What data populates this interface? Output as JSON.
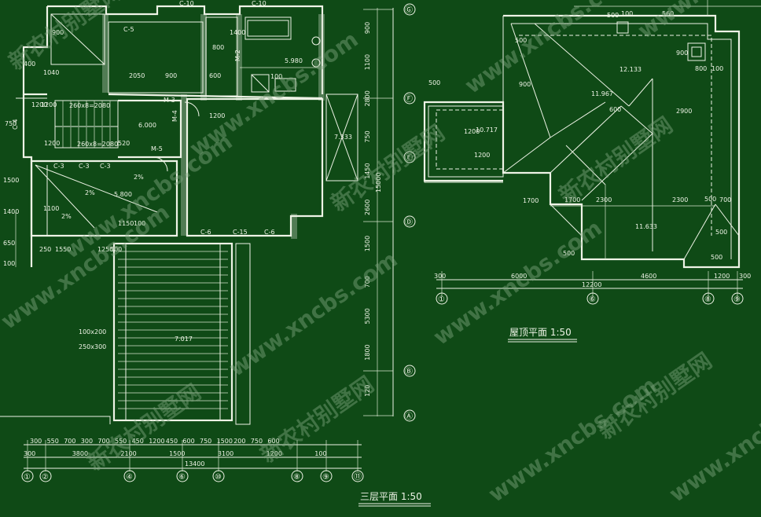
{
  "titles": {
    "floor3": "三层平面 1:50",
    "roof": "屋顶平面 1:50"
  },
  "watermarks": [
    "www.xncbs.com",
    "新农村别墅网"
  ],
  "axes": {
    "bottom": [
      "①",
      "②",
      "④",
      "⑥",
      "⑩",
      "⑧",
      "⑨",
      "⑪"
    ],
    "right": [
      "Ⓖ",
      "Ⓕ",
      "Ⓔ",
      "Ⓓ",
      "Ⓑ",
      "Ⓐ"
    ],
    "roof_bottom": [
      "①",
      "⑥",
      "⑧",
      "⑨"
    ]
  },
  "labels": {
    "c10a": "C-10",
    "c10b": "C-10",
    "c5": "C-5",
    "m3": "M-3",
    "m4": "M-4",
    "m5": "M-5",
    "m2": "M-2",
    "c3a": "C-3",
    "c3b": "C-3",
    "c3c": "C-3",
    "c6a": "C-6",
    "c15": "C-15",
    "c6b": "C-6",
    "c4": "C-4",
    "stair1": "260x8=2080",
    "stair2": "260x8=2080",
    "elev1": "6.000",
    "elev2": "5.980",
    "elev3": "5.800",
    "elev4": "7.333",
    "elev5": "7.017",
    "elev6": "10.717",
    "elev7": "11.967",
    "elev8": "12.133",
    "elev9": "11.633",
    "pct1": "2%",
    "pct2": "2%",
    "pct3": "2%",
    "note1": "100x200",
    "note2": "250x300"
  },
  "dims": {
    "bottom1": [
      "300",
      "550",
      "700",
      "300",
      "700",
      "550",
      "450",
      "1200",
      "450",
      "600",
      "750",
      "1500",
      "200",
      "750",
      "600"
    ],
    "bottom2": [
      "300",
      "3800",
      "2100",
      "1500",
      "3100",
      "1200",
      "100"
    ],
    "total": "13400",
    "right": [
      "900",
      "1100",
      "2800",
      "750",
      "1450",
      "2600",
      "1500",
      "700",
      "5300",
      "1800",
      "120"
    ],
    "rightTotal": "15000",
    "roofBottom": [
      "300",
      "6000",
      "4600",
      "1200",
      "300"
    ],
    "roofTotal": "12200",
    "roofMisc": [
      "500",
      "100",
      "560",
      "500",
      "900",
      "800",
      "100",
      "900",
      "600",
      "2900",
      "1200",
      "1200",
      "1700",
      "1700",
      "2300",
      "2300",
      "500",
      "700",
      "500",
      "500",
      "500",
      "500"
    ],
    "leftMisc": [
      "900",
      "1200",
      "1040",
      "400",
      "1200",
      "750",
      "1200",
      "520",
      "1500",
      "1400",
      "1100",
      "650",
      "1550",
      "250",
      "100",
      "1250",
      "500",
      "2050",
      "900",
      "600",
      "1400",
      "1200",
      "100",
      "1150",
      "100",
      "800"
    ]
  }
}
